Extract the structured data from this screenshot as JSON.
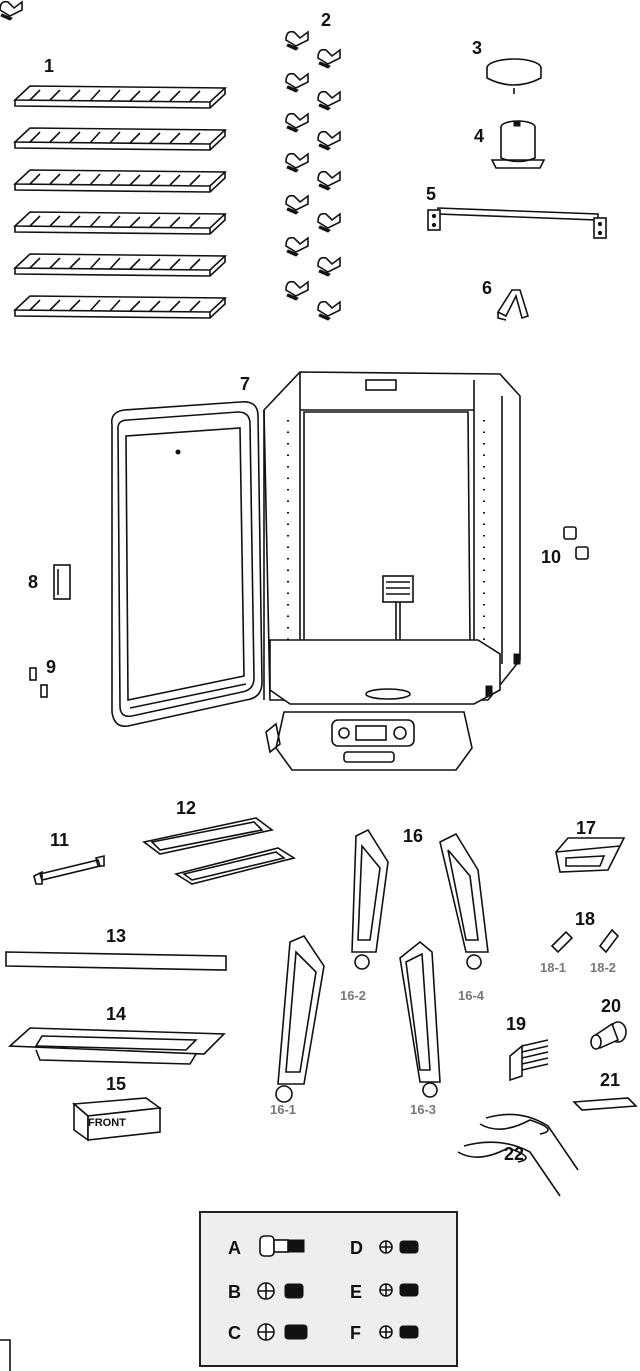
{
  "part_labels": [
    "1",
    "2",
    "3",
    "4",
    "5",
    "6",
    "7",
    "8",
    "9",
    "10",
    "11",
    "12",
    "13",
    "14",
    "15",
    "16",
    "17",
    "18",
    "19",
    "20",
    "21",
    "22"
  ],
  "sub_labels": [
    "16-1",
    "16-2",
    "16-3",
    "16-4",
    "18-1",
    "18-2"
  ],
  "box_text": "FRONT",
  "hardware": [
    {
      "letter": "A"
    },
    {
      "letter": "B"
    },
    {
      "letter": "C"
    },
    {
      "letter": "D"
    },
    {
      "letter": "E"
    },
    {
      "letter": "F"
    }
  ]
}
